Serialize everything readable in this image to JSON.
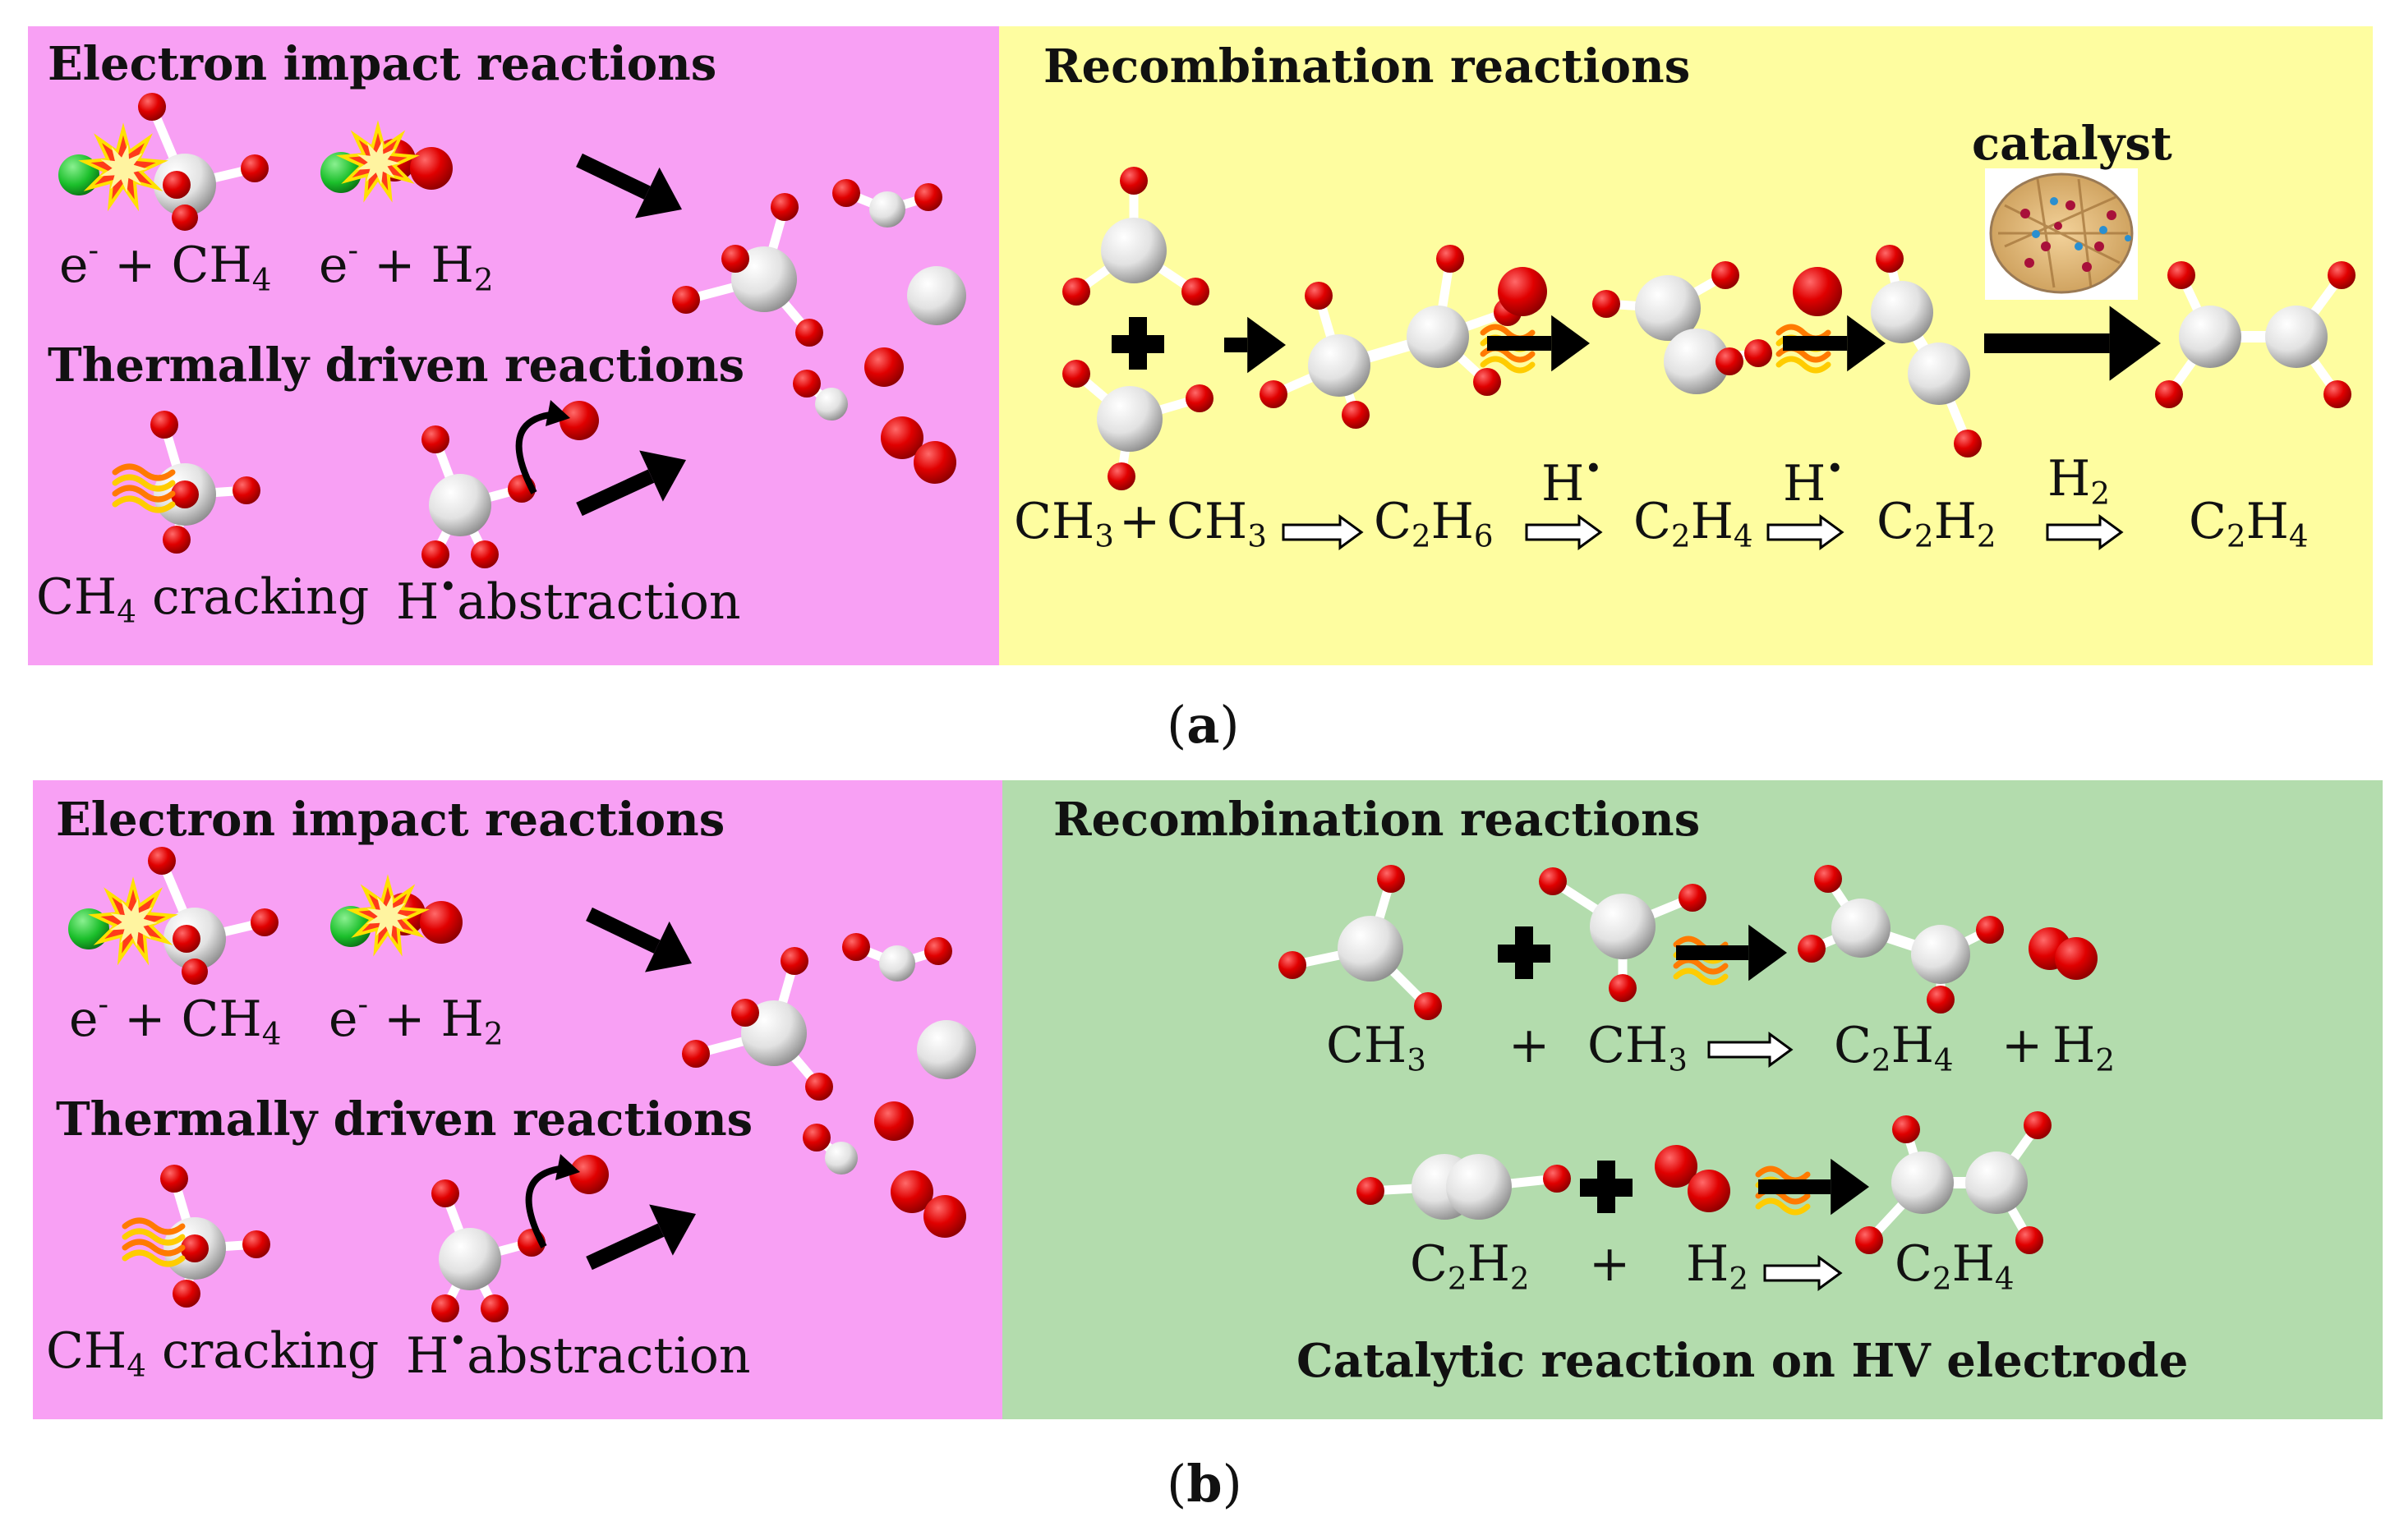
{
  "panel_a": {
    "left_header_1": "Electron impact reactions",
    "left_header_2": "Thermally driven reactions",
    "right_header": "Recombination reactions",
    "electron_eq_1": {
      "pre": "e",
      "sup": "-",
      "mid": " + CH",
      "sub": "4"
    },
    "electron_eq_2": {
      "pre": "e",
      "sup": "-",
      "mid": " + H",
      "sub": "2"
    },
    "cracking": {
      "pre": "CH",
      "sub": "4",
      "post": " cracking"
    },
    "abstraction": {
      "pre": "H",
      "sup": "•",
      "post": "abstraction"
    },
    "catalyst": "catalyst",
    "eq_ch3_a": {
      "pre": "CH",
      "sub": "3"
    },
    "eq_plus": " + ",
    "eq_ch3_b": {
      "pre": "CH",
      "sub": "3"
    },
    "eq_c2h6": {
      "c": "C",
      "c_sub": "2",
      "h": "H",
      "h_sub": "6"
    },
    "eq_c2h4_1": {
      "c": "C",
      "c_sub": "2",
      "h": "H",
      "h_sub": "4"
    },
    "eq_c2h2": {
      "c": "C",
      "c_sub": "2",
      "h": "H",
      "h_sub": "2"
    },
    "eq_c2h4_2": {
      "c": "C",
      "c_sub": "2",
      "h": "H",
      "h_sub": "4"
    },
    "over_1": {
      "pre": "H",
      "sup": "•"
    },
    "over_2": {
      "pre": "H",
      "sup": "•"
    },
    "over_3": {
      "pre": "H",
      "sub": "2"
    },
    "caption": {
      "open": "(",
      "letter": "a",
      "close": ")"
    }
  },
  "panel_b": {
    "left_header_1": "Electron impact reactions",
    "left_header_2": "Thermally driven reactions",
    "right_header": "Recombination reactions",
    "electron_eq_1": {
      "pre": "e",
      "sup": "-",
      "mid": " + CH",
      "sub": "4"
    },
    "electron_eq_2": {
      "pre": "e",
      "sup": "-",
      "mid": " + H",
      "sub": "2"
    },
    "cracking": {
      "pre": "CH",
      "sub": "4",
      "post": " cracking"
    },
    "abstraction": {
      "pre": "H",
      "sup": "•",
      "post": "abstraction"
    },
    "row1_ch3_a": {
      "pre": "CH",
      "sub": "3"
    },
    "row1_plus": "+",
    "row1_ch3_b": {
      "pre": "CH",
      "sub": "3"
    },
    "row1_c2h4": {
      "c": "C",
      "c_sub": "2",
      "h": "H",
      "h_sub": "4"
    },
    "row1_plus2": "+",
    "row1_h2": {
      "pre": "H",
      "sub": "2"
    },
    "row2_c2h2": {
      "c": "C",
      "c_sub": "2",
      "h": "H",
      "h_sub": "2"
    },
    "row2_plus": "+",
    "row2_h2": {
      "pre": "H",
      "sub": "2"
    },
    "row2_c2h4": {
      "c": "C",
      "c_sub": "2",
      "h": "H",
      "h_sub": "4"
    },
    "footer": "Catalytic reaction on HV electrode",
    "caption": {
      "open": "(",
      "letter": "b",
      "close": ")"
    }
  },
  "colors": {
    "pink": "#f8a0f4",
    "yellow": "#fefda0",
    "green": "#b3dcad",
    "hydrogen": "#e00000",
    "carbon": "#e8e8e8",
    "electron": "#1bbf2b",
    "arrow": "#000000"
  }
}
